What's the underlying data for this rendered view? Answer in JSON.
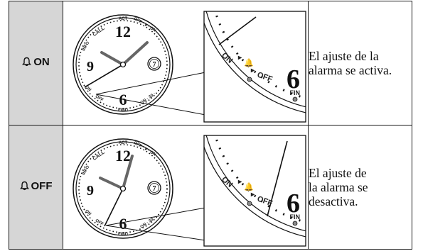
{
  "rows": [
    {
      "mode_label": "ON",
      "bell_icon": "bell-icon",
      "description": [
        "El ajuste de la",
        "alarma se activa."
      ],
      "dial": {
        "twelve": "12",
        "nine": "9",
        "six": "6",
        "seven": "7",
        "act": "ACT",
        "call": "CALL",
        "info": "INFO",
        "find": "FIND",
        "on": "ON",
        "off": "OFF"
      },
      "zoom": {
        "on": "ON",
        "off": "OFF",
        "six": "6",
        "fin": "FIN"
      }
    },
    {
      "mode_label": "OFF",
      "bell_icon": "bell-icon",
      "description": [
        "El ajuste de",
        "la alarma se",
        "desactiva."
      ],
      "dial": {
        "twelve": "12",
        "nine": "9",
        "six": "6",
        "seven": "7",
        "act": "ACT",
        "call": "CALL",
        "info": "INFO",
        "find": "FIND",
        "on": "ON",
        "off": "OFF"
      },
      "zoom": {
        "on": "ON",
        "off": "OFF",
        "six": "6",
        "fin": "FIN"
      }
    }
  ]
}
